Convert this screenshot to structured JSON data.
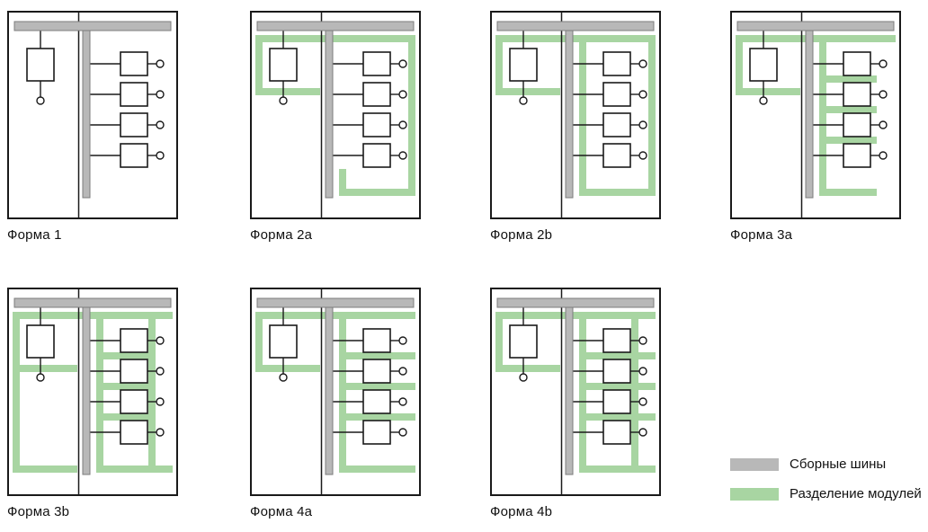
{
  "forms": [
    {
      "label": "Форма 1",
      "patterns": []
    },
    {
      "label": "Форма 2a",
      "patterns": [
        "band",
        "shelfL",
        "wrapR"
      ]
    },
    {
      "label": "Форма 2b",
      "patterns": [
        "band",
        "shelfL",
        "boxR"
      ]
    },
    {
      "label": "Форма 3a",
      "patterns": [
        "band",
        "shelfL",
        "riserV",
        "teeth",
        "botU"
      ]
    },
    {
      "label": "Форма 3b",
      "patterns": [
        "band",
        "boxL",
        "riserV",
        "teeth",
        "termV",
        "botF"
      ]
    },
    {
      "label": "Форма 4a",
      "patterns": [
        "band",
        "shelfL",
        "riserV",
        "teethFull",
        "botF"
      ]
    },
    {
      "label": "Форма 4b",
      "patterns": [
        "band",
        "shelfL",
        "riserV",
        "teethFull",
        "termV",
        "botF"
      ]
    }
  ],
  "legend": {
    "items": [
      {
        "label": "Сборные шины",
        "color": "#b8b8b8"
      },
      {
        "label": "Разделение модулей",
        "color": "#a8d5a2"
      }
    ]
  },
  "colors": {
    "outline": "#1a1a1a",
    "busbar": "#b8b8b8",
    "busbar_border": "#7d7d7d",
    "separation": "#a8d5a2",
    "background": "#ffffff"
  }
}
